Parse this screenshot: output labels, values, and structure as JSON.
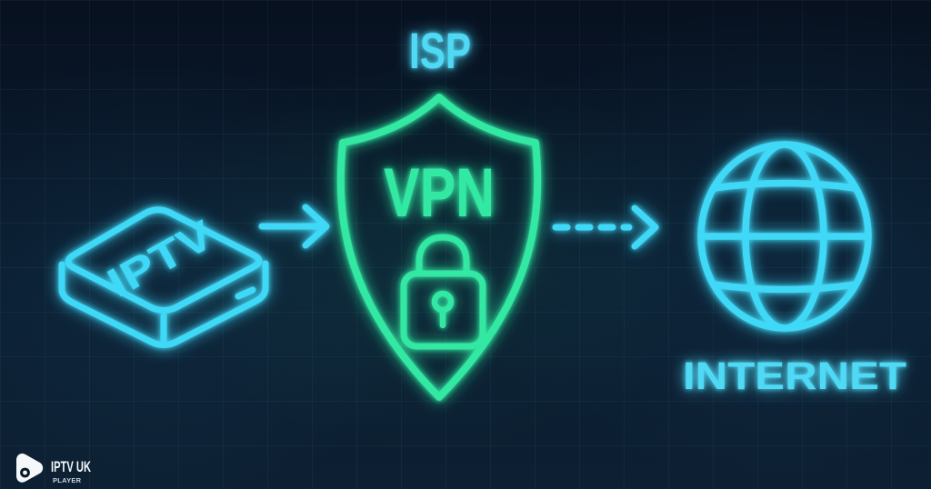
{
  "diagram": {
    "isp_label": "ISP",
    "iptv_box": {
      "label": "IPTV",
      "icon": "set-top-box-icon",
      "color": "#3fd8f7"
    },
    "vpn_shield": {
      "label": "VPN",
      "icon": "shield-icon",
      "lock_icon": "padlock-icon",
      "color": "#31e8a2"
    },
    "internet": {
      "label": "INTERNET",
      "icon": "globe-icon",
      "color": "#3fd8f7"
    },
    "flow": [
      {
        "from": "iptv_box",
        "to": "vpn_shield",
        "style": "solid",
        "icon": "arrow-right-icon"
      },
      {
        "from": "vpn_shield",
        "to": "internet",
        "style": "dashed",
        "icon": "dashed-arrow-right-icon"
      }
    ],
    "colors": {
      "background": "#0a1726",
      "cyan": "#3fd8f7",
      "green": "#31e8a2",
      "label_cyan": "#4fd9f5"
    }
  },
  "branding": {
    "name": "IPTV UK",
    "tagline": "PLAYER",
    "icon": "play-logo-icon",
    "color": "#f5f8fb"
  }
}
